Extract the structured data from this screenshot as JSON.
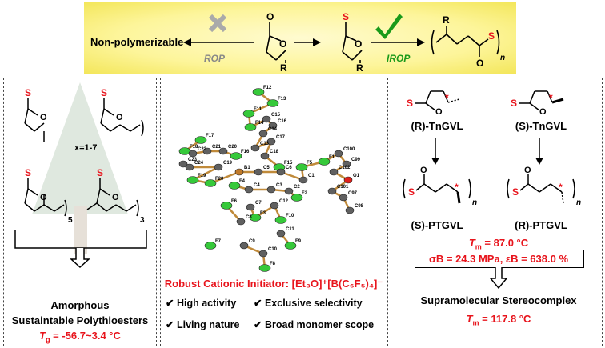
{
  "scheme": {
    "non_polymerizable": "Non-polymerizable",
    "rop": "ROP",
    "irop": "IROP",
    "atoms": {
      "O": "O",
      "S": "S",
      "R": "R",
      "n": "n"
    }
  },
  "left_panel": {
    "x_label": "x=1-7",
    "sub5": "5",
    "sub3": "3",
    "amorphous": "Amorphous",
    "sustainable": "Sustaintable Polythioesters",
    "tg_symbol": "T",
    "tg_sub": "g",
    "tg_value": " = -56.7~3.4 °C"
  },
  "middle_panel": {
    "atom_labels": [
      "F12",
      "F13",
      "F11",
      "F14",
      "C15",
      "C16",
      "C14",
      "C13",
      "C17",
      "C18",
      "F15",
      "F17",
      "F18",
      "C22",
      "C21",
      "C20",
      "F16",
      "C23",
      "C24",
      "C19",
      "F19",
      "F20",
      "B1",
      "C5",
      "C6",
      "C1",
      "F5",
      "F1",
      "C100",
      "C99",
      "C102",
      "O1",
      "C101",
      "C97",
      "C98",
      "F4",
      "C4",
      "C3",
      "C2",
      "F2",
      "C7",
      "F3",
      "C12",
      "F10",
      "F6",
      "C8",
      "C11",
      "F9",
      "F7",
      "C9",
      "C10",
      "F8"
    ],
    "initiator_label": "Robust Cationic Initiator: ",
    "initiator_formula": "[Et₃O]⁺[B(C₆F₅)₄]⁻",
    "features": [
      "High activity",
      "Exclusive selectivity",
      "Living nature",
      "Broad monomer scope"
    ],
    "atom_colors": {
      "F": "#36c93a",
      "C": "#606060",
      "B": "#c07a2a",
      "O": "#e0201a"
    }
  },
  "right_panel": {
    "r_monomer": "(R)-TnGVL",
    "s_monomer": "(S)-TnGVL",
    "s_polymer": "(S)-PTGVL",
    "r_polymer": "(R)-PTGVL",
    "tm1_symbol": "T",
    "tm1_sub": "m",
    "tm1_value": " = 87.0 °C",
    "mech": "σB = 24.3 MPa, εB = 638.0 %",
    "stereocomplex": "Supramolecular Stereocomplex",
    "tm2_value": " = 117.8 °C"
  },
  "colors": {
    "red": "#e8141c",
    "green": "#1a9a1a",
    "gray": "#888888",
    "yellow": "#fdf59a"
  }
}
